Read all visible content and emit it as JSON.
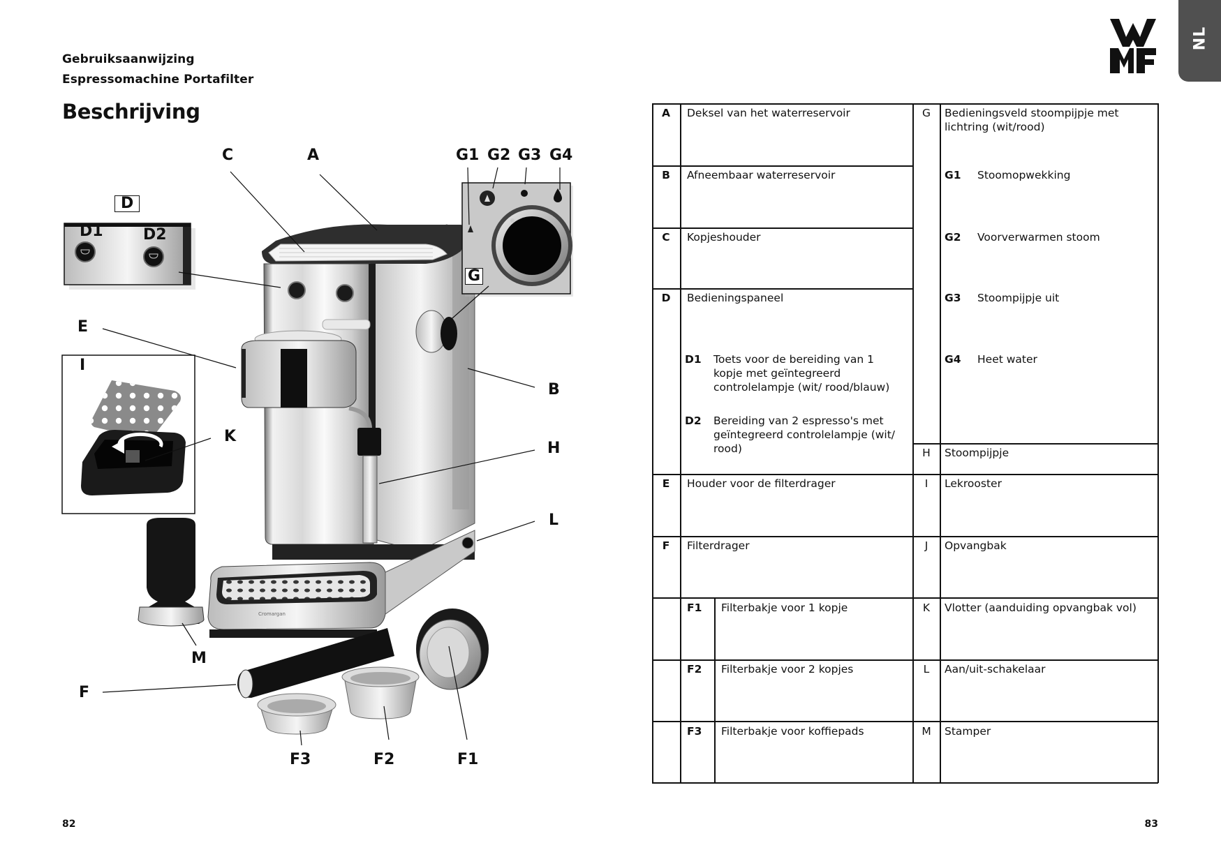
{
  "header": {
    "doc_title": "Gebruiksaanwijzing",
    "doc_subtitle": "Espressomachine Portafilter",
    "section_title": "Beschrijving",
    "brand_logo": "WMF",
    "language_tab": "NL"
  },
  "footer": {
    "page_left": "82",
    "page_right": "83"
  },
  "colors": {
    "tab_bg": "#505050",
    "text": "#111111",
    "rule": "#111111"
  },
  "diagram": {
    "labels": {
      "A": "A",
      "B": "B",
      "C": "C",
      "D": "D",
      "D1": "D1",
      "D2": "D2",
      "E": "E",
      "F": "F",
      "F1": "F1",
      "F2": "F2",
      "F3": "F3",
      "G": "G",
      "G1": "G1",
      "G2": "G2",
      "G3": "G3",
      "G4": "G4",
      "H": "H",
      "I": "I",
      "K": "K",
      "L": "L",
      "M": "M"
    },
    "drip_tray_marking": "Cromargan"
  },
  "parts": {
    "left": [
      {
        "code": "A",
        "text": "Deksel van het waterreservoir"
      },
      {
        "code": "B",
        "text": "Afneembaar waterreservoir"
      },
      {
        "code": "C",
        "text": "Kopjeshouder"
      },
      {
        "code": "D",
        "text": "Bedieningspaneel",
        "sub": [
          {
            "code": "D1",
            "text": "Toets voor de bereiding van 1 kopje met geïntegreerd controlelampje (wit/ rood/blauw)"
          },
          {
            "code": "D2",
            "text": "Bereiding van 2 espresso's met geïntegreerd controlelampje (wit/ rood)"
          }
        ]
      },
      {
        "code": "E",
        "text": "Houder voor de filterdrager"
      },
      {
        "code": "F",
        "text": "Filterdrager"
      },
      {
        "code": "F1",
        "text": "Filterbakje voor 1 kopje"
      },
      {
        "code": "F2",
        "text": "Filterbakje voor 2 kopjes"
      },
      {
        "code": "F3",
        "text": "Filterbakje voor koffiepads"
      }
    ],
    "right": [
      {
        "code": "G",
        "text": "Bedieningsveld stoompijpje met lichtring (wit/rood)",
        "sub": [
          {
            "code": "G1",
            "text": "Stoomopwekking"
          },
          {
            "code": "G2",
            "text": "Voorverwarmen stoom"
          },
          {
            "code": "G3",
            "text": "Stoompijpje uit"
          },
          {
            "code": "G4",
            "text": "Heet water"
          }
        ]
      },
      {
        "code": "H",
        "text": "Stoompijpje"
      },
      {
        "code": "I",
        "text": "Lekrooster"
      },
      {
        "code": "J",
        "text": "Opvangbak"
      },
      {
        "code": "K",
        "text": "Vlotter (aanduiding opvangbak vol)"
      },
      {
        "code": "L",
        "text": "Aan/uit-schakelaar"
      },
      {
        "code": "M",
        "text": "Stamper"
      }
    ]
  }
}
